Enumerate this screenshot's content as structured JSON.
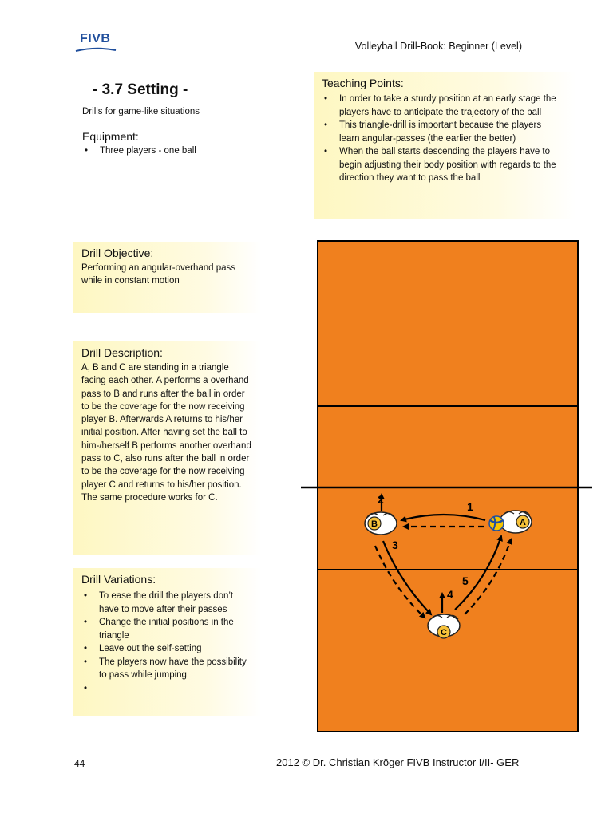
{
  "header": {
    "logo_text": "FIVB",
    "document_title": "Volleyball Drill-Book: Beginner (Level)"
  },
  "section": {
    "title": "-   3.7 Setting -",
    "subtitle": "Drills for game-like situations"
  },
  "equipment": {
    "heading": "Equipment:",
    "items": [
      "Three players - one ball"
    ]
  },
  "teaching_points": {
    "heading": "Teaching Points:",
    "items": [
      "In order to take a sturdy position at an early stage the players have to anticipate the trajectory of the ball",
      "This triangle-drill is important because the players learn angular-passes (the earlier the better)",
      "When the ball starts descending the players have to begin adjusting their body position with regards to the direction they want to pass the ball"
    ]
  },
  "drill_objective": {
    "heading": "Drill Objective:",
    "text": "Performing an angular-overhand pass while in constant motion"
  },
  "drill_description": {
    "heading": "Drill Description:",
    "text": "A, B and C are standing in a triangle facing each other. A performs a overhand pass to B and runs after the ball in order to be the coverage for the now receiving player B. Afterwards A returns to his/her initial position. After having set the ball to him-/herself B performs another overhand pass to C, also runs after the ball in order to be the coverage for the now receiving player C and returns to his/her position. The same procedure works for C."
  },
  "drill_variations": {
    "heading": "Drill Variations:",
    "items": [
      "To ease the drill the players don’t have to move after their passes",
      "Change the initial positions in the triangle",
      "Leave out the self-setting",
      "The players now have the possibility to pass while jumping",
      ""
    ]
  },
  "diagram": {
    "players": [
      "A",
      "B",
      "C"
    ],
    "step_labels": [
      "1",
      "2",
      "3",
      "4",
      "5"
    ],
    "colors": {
      "court": "#f0801e",
      "player_badge": "#f7c23a",
      "ball_yellow": "#f5c400",
      "ball_blue": "#1f4ea0"
    }
  },
  "footer": {
    "page_number": "44",
    "copyright": "2012  © Dr. Christian Kröger FIVB Instructor I/II- GER"
  }
}
